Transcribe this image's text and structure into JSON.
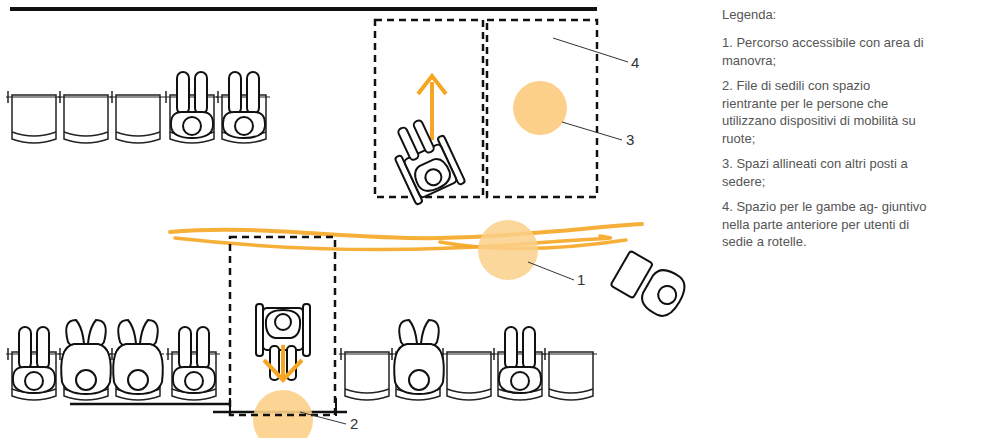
{
  "diagram": {
    "labels": [
      "Legenda:",
      "4",
      "3",
      "1",
      "2"
    ],
    "legend": [
      {
        "text": "1. Percorso accessibile con area di manovra;"
      },
      {
        "text": "2. File di sedili con spazio rientrante per le persone che utilizzano dispositivi di mobilità su ruote;"
      },
      {
        "text": "3. Spazi allineati con altri posti a sedere;"
      },
      {
        "text": "4. Spazio per le gambe ag- giuntivo nella parte anteriore per utenti di sedie a rotelle."
      }
    ]
  }
}
